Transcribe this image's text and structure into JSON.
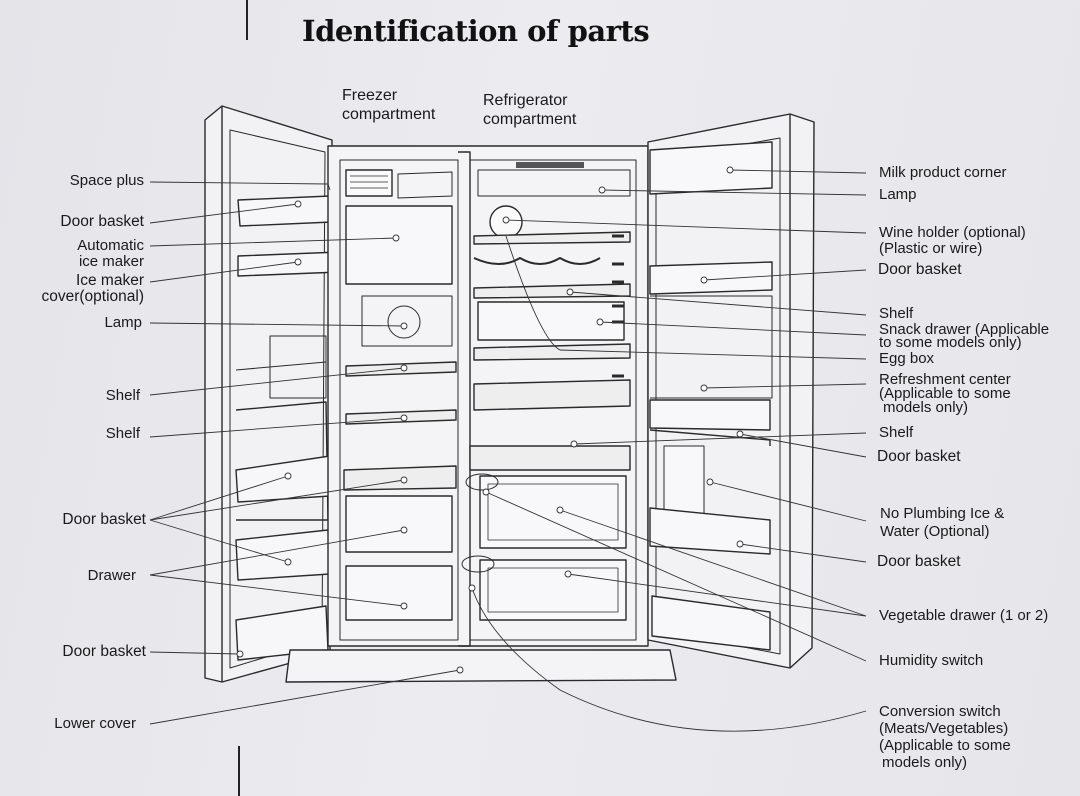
{
  "title": "Identification of parts",
  "compartments": {
    "freezer": [
      "Freezer",
      "compartment"
    ],
    "refrigerator": [
      "Refrigerator",
      "compartment"
    ]
  },
  "labels_left": {
    "space_plus": "Space plus",
    "door_basket_1": "Door basket",
    "auto_ice_maker": [
      "Automatic",
      "ice maker"
    ],
    "ice_maker_cover": [
      "Ice maker",
      "cover(optional)"
    ],
    "lamp": "Lamp",
    "shelf_1": "Shelf",
    "shelf_2": "Shelf",
    "door_basket_2": "Door basket",
    "drawer": "Drawer",
    "door_basket_3": "Door basket",
    "lower_cover": "Lower cover"
  },
  "labels_right": {
    "milk_corner": "Milk product corner",
    "lamp": "Lamp",
    "wine_holder": [
      "Wine holder (optional)",
      "(Plastic or wire)"
    ],
    "door_basket_1": "Door basket",
    "shelf_1": "Shelf",
    "snack_drawer": [
      "Snack drawer (Applicable",
      "to some models only)"
    ],
    "egg_box": "Egg box",
    "refreshment_center": [
      "Refreshment center",
      "(Applicable to some",
      "models only)"
    ],
    "shelf_2": "Shelf",
    "door_basket_2": "Door basket",
    "no_plumbing": [
      "No Plumbing Ice &",
      "Water (Optional)"
    ],
    "door_basket_3": "Door basket",
    "vegetable_drawer": "Vegetable drawer (1 or 2)",
    "humidity_switch": "Humidity switch",
    "conversion_switch": [
      "Conversion switch",
      "(Meats/Vegetables)",
      "(Applicable to some",
      "models only)"
    ]
  }
}
